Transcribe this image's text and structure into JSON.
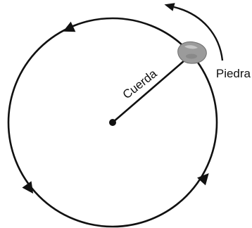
{
  "labels": {
    "rope": "Cuerda",
    "stone": "Piedra"
  },
  "colors": {
    "stroke": "#111111",
    "stone_fill": "#9b9b9b",
    "stone_highlight": "#d0d0d0",
    "background": "#ffffff"
  },
  "icons": {
    "direction_arrows": "triangle-arrowhead",
    "rotation_arrow": "curved-arrow"
  }
}
